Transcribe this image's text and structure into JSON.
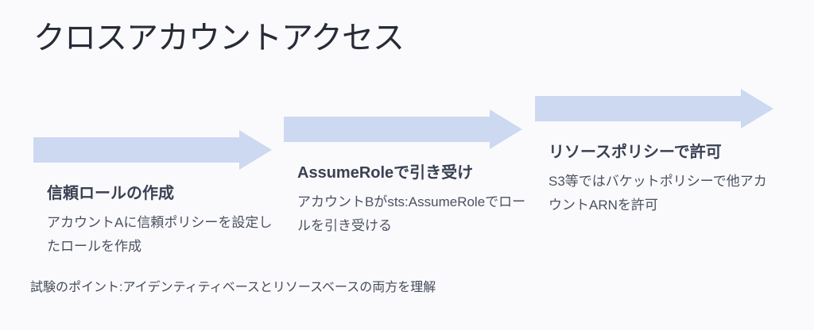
{
  "slide": {
    "title": "クロスアカウントアクセス",
    "footnote": "試験のポイント:アイデンティティベースとリソースベースの両方を理解"
  },
  "steps": [
    {
      "heading": "信頼ロールの作成",
      "description": "アカウントAに信頼ポリシーを設定したロールを作成"
    },
    {
      "heading": "AssumeRoleで引き受け",
      "description": "アカウントBがsts:AssumeRoleでロールを引き受ける"
    },
    {
      "heading": "リソースポリシーで許可",
      "description": "S3等ではバケットポリシーで他アカウントARNを許可"
    }
  ],
  "icons": {
    "flow_arrow": "right-arrow-shape"
  },
  "colors": {
    "background": "#fafafd",
    "arrow_fill": "#cdd9f1",
    "title_text": "#262b36",
    "heading_text": "#3a4152",
    "body_text": "#4b5160"
  }
}
